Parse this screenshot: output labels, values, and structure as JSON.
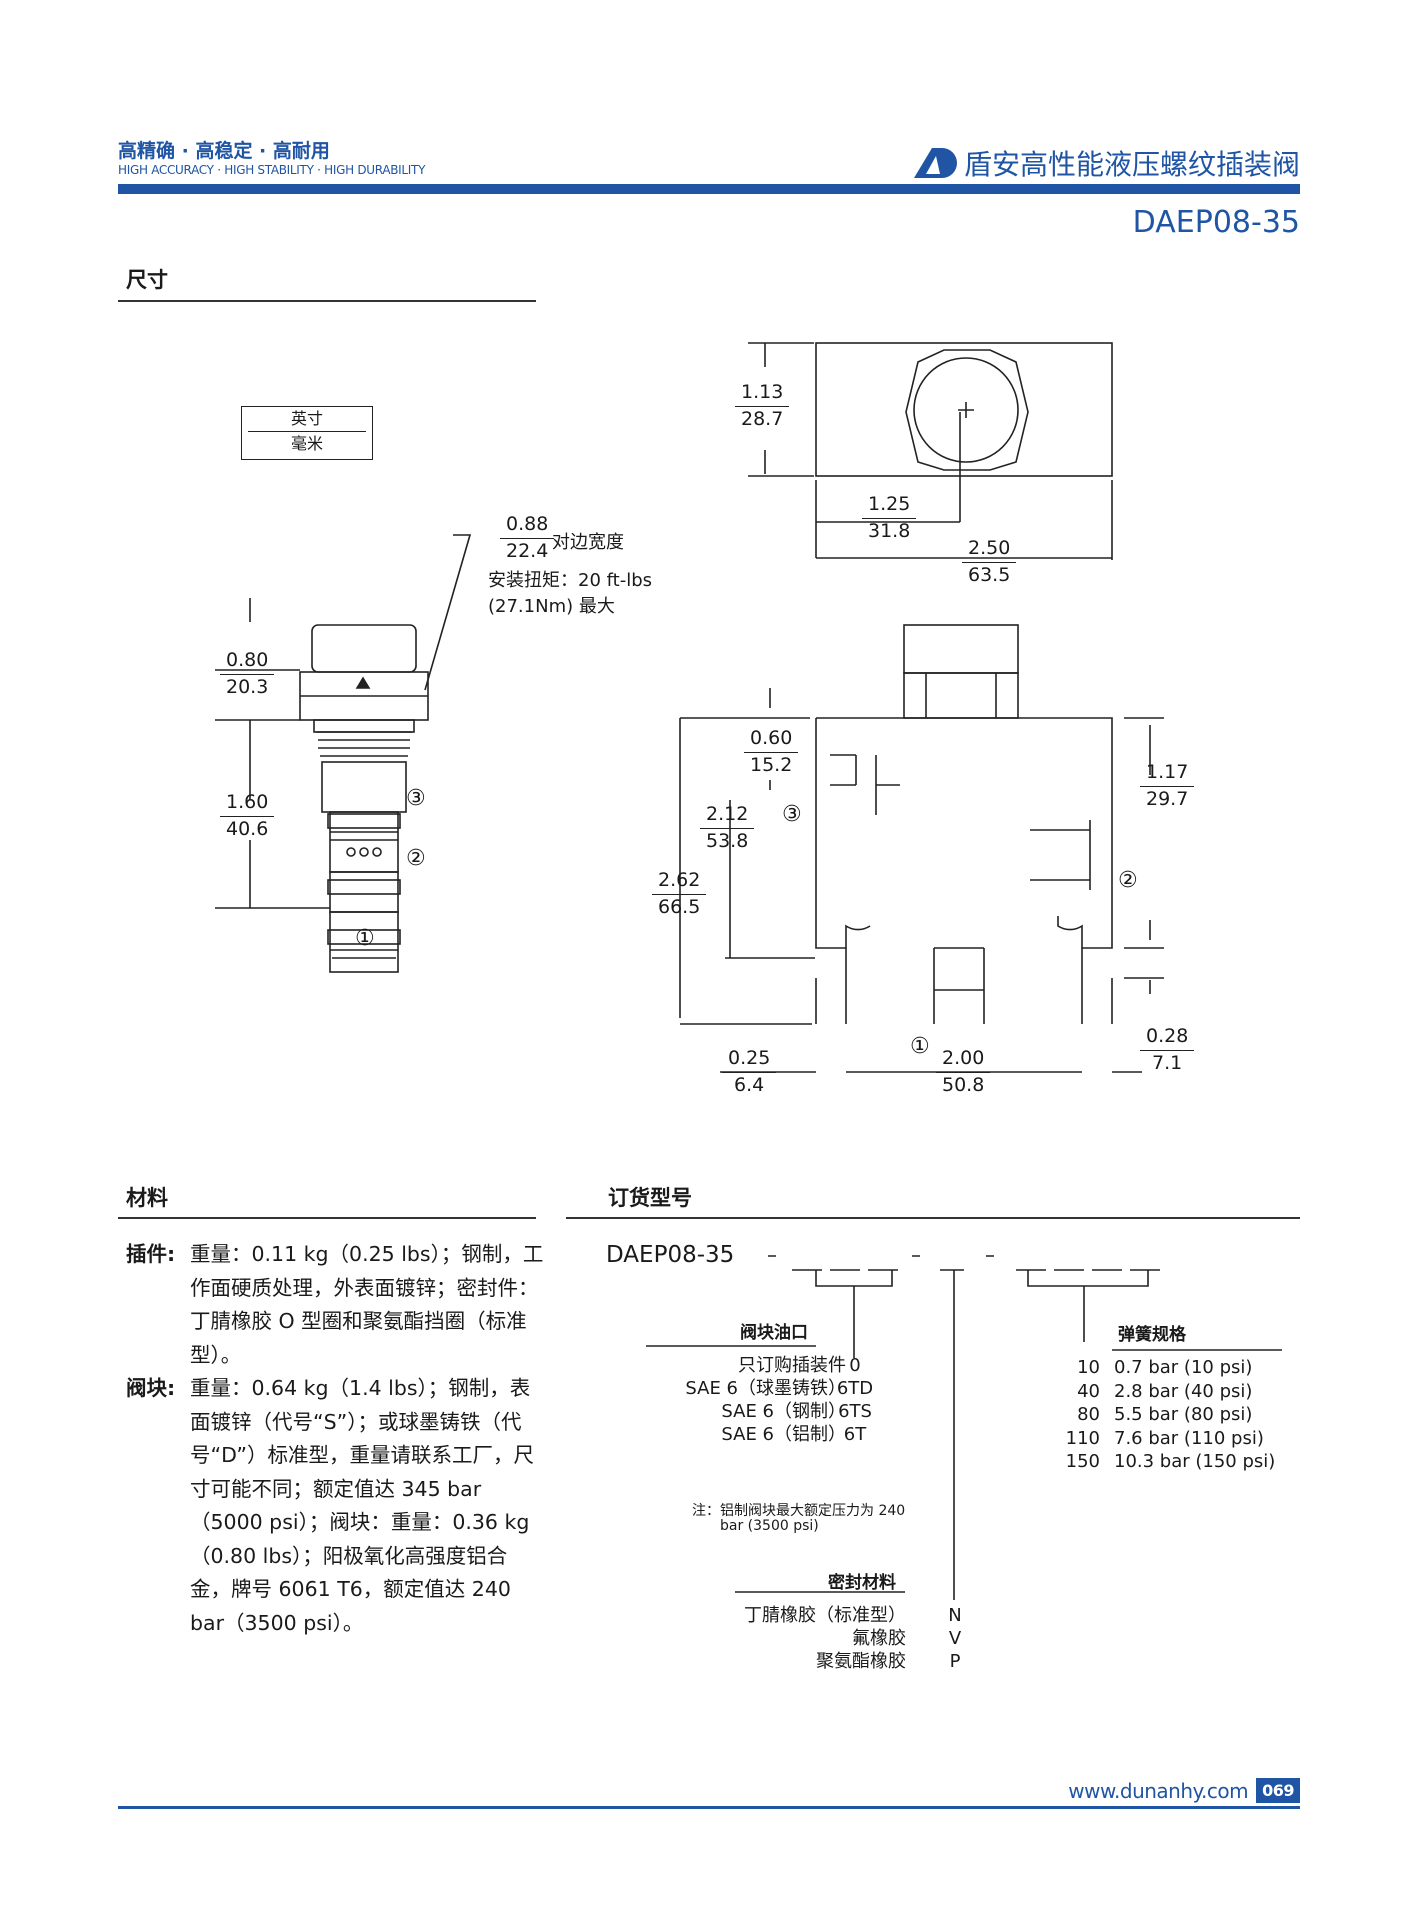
{
  "header": {
    "slogan_cn": "高精确 · 高稳定 · 高耐用",
    "slogan_en": "HIGH ACCURACY · HIGH STABILITY · HIGH DURABILITY",
    "brand": "盾安高性能液压螺纹插装阀",
    "model": "DAEP08-35"
  },
  "dimensions": {
    "title": "尺寸",
    "unit_inch": "英寸",
    "unit_mm": "毫米",
    "hex_in": "0.88",
    "hex_mm": "22.4",
    "hex_label": "对边宽度",
    "torque_line1": "安装扭矩：20 ft-lbs",
    "torque_line2": "(27.1Nm) 最大",
    "d1_in": "0.80",
    "d1_mm": "20.3",
    "d2_in": "1.60",
    "d2_mm": "40.6",
    "d3_in": "1.13",
    "d3_mm": "28.7",
    "d4_in": "1.25",
    "d4_mm": "31.8",
    "d5_in": "2.50",
    "d5_mm": "63.5",
    "d6_in": "0.60",
    "d6_mm": "15.2",
    "d7_in": "2.12",
    "d7_mm": "53.8",
    "d8_in": "2.62",
    "d8_mm": "66.5",
    "d9_in": "1.17",
    "d9_mm": "29.7",
    "d10_in": "0.28",
    "d10_mm": "7.1",
    "d11_in": "0.25",
    "d11_mm": "6.4",
    "d12_in": "2.00",
    "d12_mm": "50.8",
    "port1": "①",
    "port2": "②",
    "port3": "③"
  },
  "materials": {
    "title": "材料",
    "cartridge_head": "插件:",
    "cartridge_text": "重量：0.11 kg（0.25 lbs）；钢制，工作面硬质处理，外表面镀锌；密封件：丁腈橡胶 O 型圈和聚氨酯挡圈（标准型）。",
    "body_head": "阀块:",
    "body_text": "重量：0.64 kg（1.4 lbs）；钢制，表面镀锌（代号“S”）；或球墨铸铁（代号“D”）标准型，重量请联系工厂，尺寸可能不同；额定值达 345 bar（5000 psi）；阀块：重量：0.36 kg（0.80 lbs）；阳极氧化高强度铝合金，牌号 6061 T6，额定值达 240 bar（3500 psi）。"
  },
  "ordering": {
    "title": "订货型号",
    "model": "DAEP08-35",
    "port_head": "阀块油口",
    "ports": [
      {
        "label": "只订购插装件",
        "code": "0"
      },
      {
        "label": "SAE 6（球墨铸铁）",
        "code": "6TD"
      },
      {
        "label": "SAE 6（钢制）",
        "code": "6TS"
      },
      {
        "label": "SAE 6（铝制）",
        "code": "6T"
      }
    ],
    "note_line1": "注：铝制阀块最大额定压力为 240",
    "note_line2": "bar (3500 psi)",
    "seal_head": "密封材料",
    "seals": [
      {
        "label": "丁腈橡胶（标准型）",
        "code": "N"
      },
      {
        "label": "氟橡胶",
        "code": "V"
      },
      {
        "label": "聚氨酯橡胶",
        "code": "P"
      }
    ],
    "spring_head": "弹簧规格",
    "springs": [
      {
        "code": "10",
        "label": "0.7 bar (10 psi)"
      },
      {
        "code": "40",
        "label": "2.8 bar (40 psi)"
      },
      {
        "code": "80",
        "label": "5.5 bar (80 psi)"
      },
      {
        "code": "110",
        "label": "7.6 bar (110 psi)"
      },
      {
        "code": "150",
        "label": "10.3 bar (150 psi)"
      }
    ]
  },
  "footer": {
    "url": "www.dunanhy.com",
    "page": "069"
  }
}
